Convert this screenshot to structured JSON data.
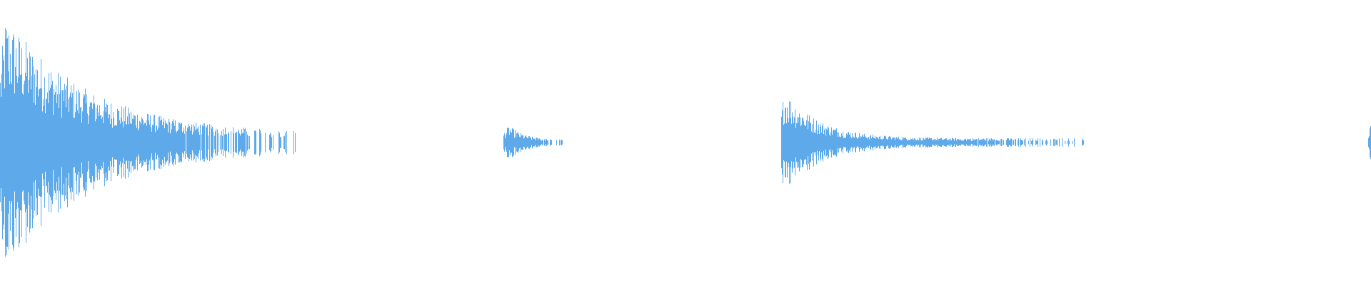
{
  "waveform": {
    "color": "#5DA9E9",
    "background": "#FFFFFF",
    "baseline_level": 0.5,
    "events": [
      {
        "name": "burst-1",
        "start": 0.0,
        "peak_amplitude": 0.45,
        "attack": 0.004,
        "decay": 0.06,
        "tail_end": 0.215,
        "tail_amplitude": 0.03
      },
      {
        "name": "burst-2",
        "start": 0.367,
        "peak_amplitude": 0.06,
        "attack": 0.004,
        "decay": 0.012,
        "tail_end": 0.41,
        "tail_amplitude": 0.008
      },
      {
        "name": "burst-3",
        "start": 0.57,
        "peak_amplitude": 0.19,
        "attack": 0.002,
        "decay": 0.025,
        "tail_end": 0.79,
        "tail_amplitude": 0.015
      },
      {
        "name": "burst-4",
        "start": 0.998,
        "peak_amplitude": 0.06,
        "attack": 0.0,
        "decay": 0.002,
        "tail_end": 1.0,
        "tail_amplitude": 0.06
      }
    ]
  }
}
